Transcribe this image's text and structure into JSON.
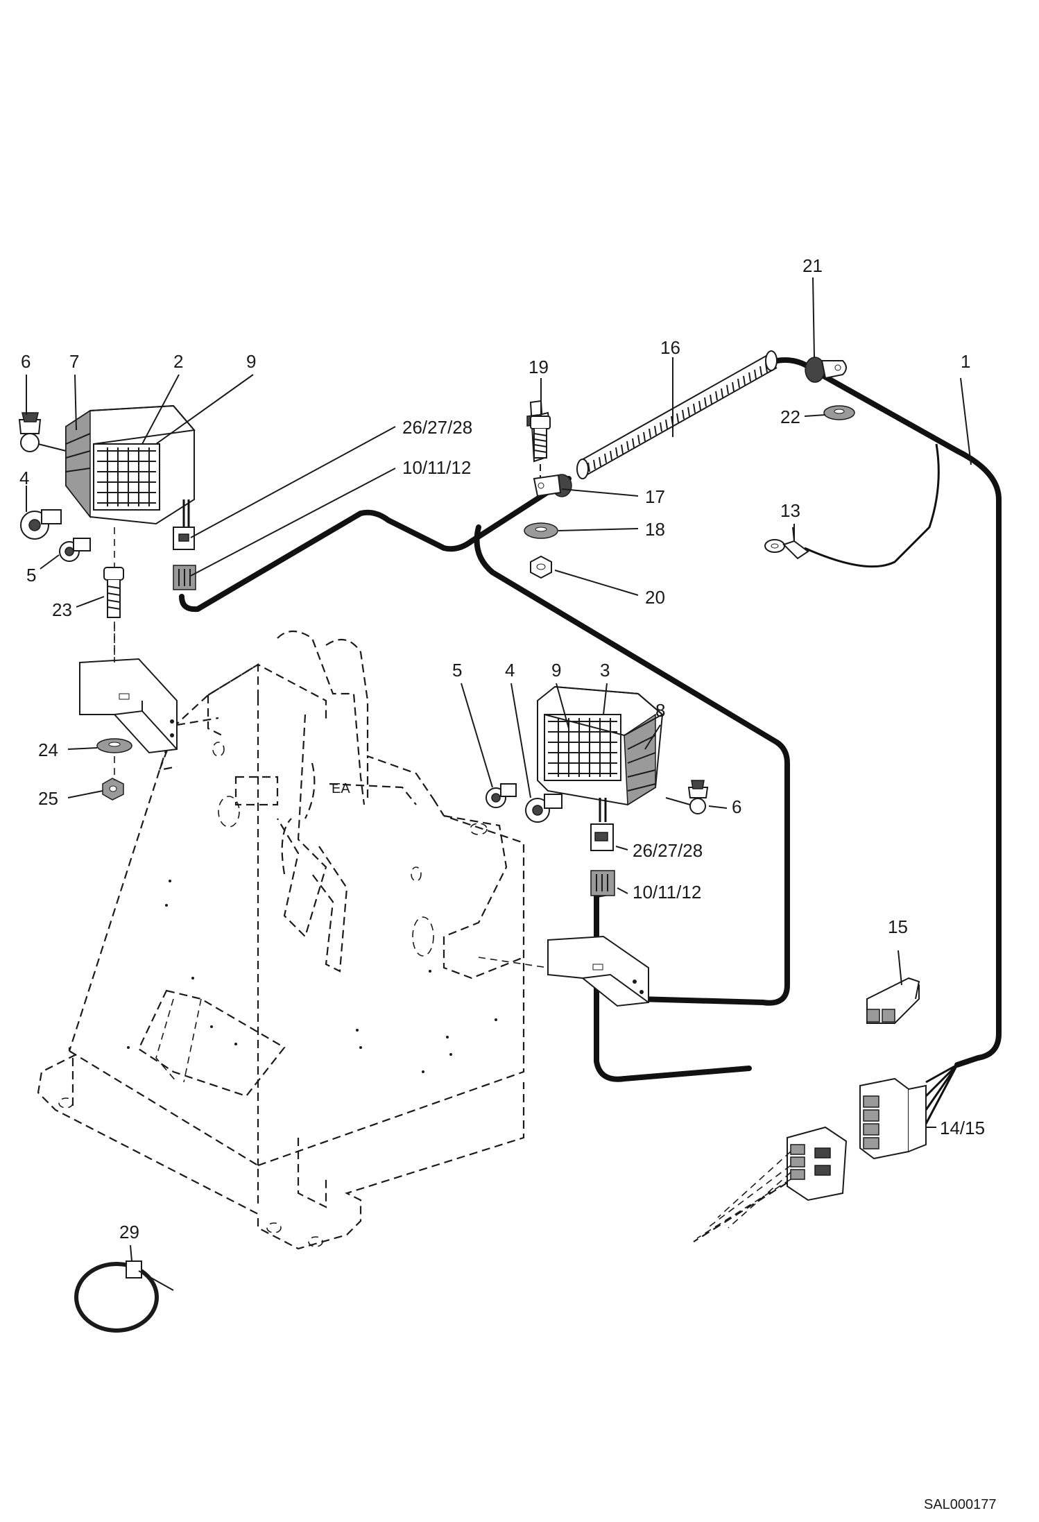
{
  "diagram": {
    "labels": {
      "p6_left": "6",
      "p7": "7",
      "p2": "2",
      "p9_left": "9",
      "p26_left": "26/27/28",
      "p10_left": "10/11/12",
      "p4_left": "4",
      "p5_left": "5",
      "p23": "23",
      "p24": "24",
      "p25": "25",
      "p19": "19",
      "p16": "16",
      "p21": "21",
      "p1": "1",
      "p22": "22",
      "p17": "17",
      "p18": "18",
      "p13": "13",
      "p20": "20",
      "p5_right": "5",
      "p4_right": "4",
      "p9_right": "9",
      "p3": "3",
      "p8": "8",
      "p6_right": "6",
      "p26_right": "26/27/28",
      "p10_right": "10/11/12",
      "p15": "15",
      "p14_15": "14/15",
      "p29": "29"
    },
    "drawing_code": "SAL000177"
  }
}
